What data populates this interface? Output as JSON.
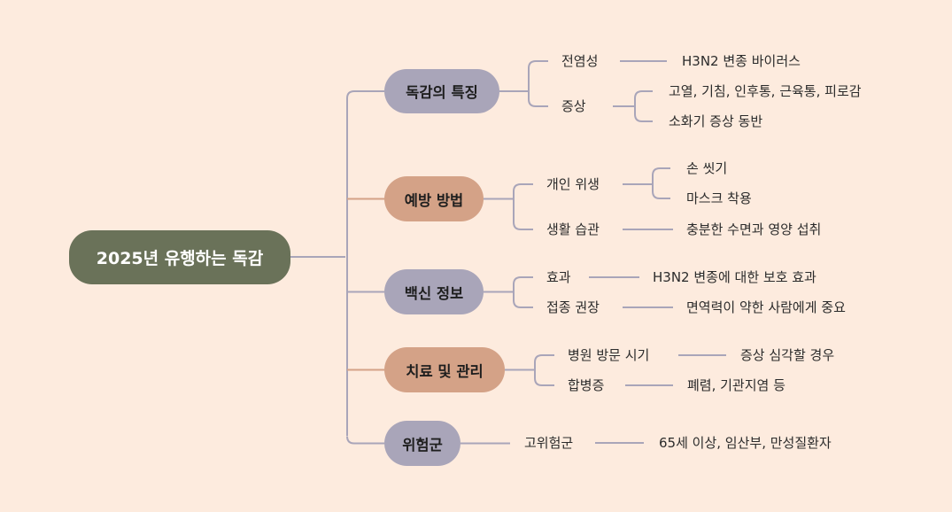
{
  "root": {
    "label": "2025년 유행하는 독감",
    "color": "#6a7259"
  },
  "branches": [
    {
      "id": "features",
      "label": "독감의 특징",
      "color": "#a9a5b9",
      "items": [
        {
          "label": "전염성",
          "details": [
            "H3N2 변종 바이러스"
          ]
        },
        {
          "label": "증상",
          "details": [
            "고열, 기침, 인후통, 근육통, 피로감",
            "소화기 증상 동반"
          ]
        }
      ]
    },
    {
      "id": "prevention",
      "label": "예방 방법",
      "color": "#d4a287",
      "items": [
        {
          "label": "개인 위생",
          "details": [
            "손 씻기",
            "마스크 착용"
          ]
        },
        {
          "label": "생활 습관",
          "details": [
            "충분한 수면과 영양 섭취"
          ]
        }
      ]
    },
    {
      "id": "vaccine",
      "label": "백신 정보",
      "color": "#a9a5b9",
      "items": [
        {
          "label": "효과",
          "details": [
            "H3N2 변종에 대한 보호 효과"
          ]
        },
        {
          "label": "접종 권장",
          "details": [
            "면역력이 약한 사람에게 중요"
          ]
        }
      ]
    },
    {
      "id": "treatment",
      "label": "치료 및 관리",
      "color": "#d4a287",
      "items": [
        {
          "label": "병원 방문 시기",
          "details": [
            "증상 심각할 경우"
          ]
        },
        {
          "label": "합병증",
          "details": [
            "폐렴, 기관지염 등"
          ]
        }
      ]
    },
    {
      "id": "risk",
      "label": "위험군",
      "color": "#a9a5b9",
      "items": [
        {
          "label": "고위험군",
          "details": [
            "65세 이상, 임산부, 만성질환자"
          ]
        }
      ]
    }
  ]
}
